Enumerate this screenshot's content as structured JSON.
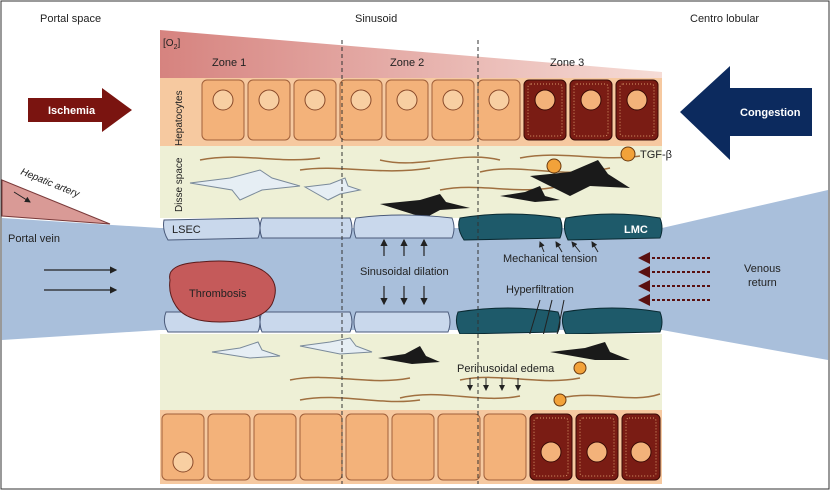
{
  "regions": {
    "portal_space": "Portal space",
    "sinusoid": "Sinusoid",
    "centro_lobular": "Centro lobular"
  },
  "oxygen": {
    "label_prefix": "[O",
    "label_sub": "2",
    "label_suffix": "]"
  },
  "zones": [
    "Zone 1",
    "Zone 2",
    "Zone 3"
  ],
  "side_labels": {
    "hepatocytes": "Hepatocytes",
    "disse_space": "Disse space"
  },
  "arrows": {
    "ischemia": "Ischemia",
    "congestion": "Congestion"
  },
  "vessels": {
    "hepatic_artery": "Hepatic artery",
    "portal_vein": "Portal vein",
    "venous_return": "Venous\nreturn"
  },
  "cells": {
    "lsec": "LSEC",
    "lmc": "LMC",
    "tgf": "TGF-β"
  },
  "processes": {
    "thrombosis": "Thrombosis",
    "sinusoidal_dilation": "Sinusoidal dilation",
    "mechanical_tension": "Mechanical tension",
    "hyperfiltration": "Hyperfiltration",
    "perinusoidal_edema": "Perinusoidal edema"
  },
  "colors": {
    "hepatocyte": "#f3b27a",
    "hepatocyte_damaged": "#7a1c14",
    "disse": "#eef0d6",
    "vessel": "#a9bfdb",
    "lsec": "#c9d8ec",
    "lmc": "#1e5a6a",
    "ischemia_arrow": "#7a1410",
    "congestion_arrow": "#0c2a5e",
    "thrombosis": "#c55a5a",
    "oxygen_gradient": "#d98a86"
  }
}
